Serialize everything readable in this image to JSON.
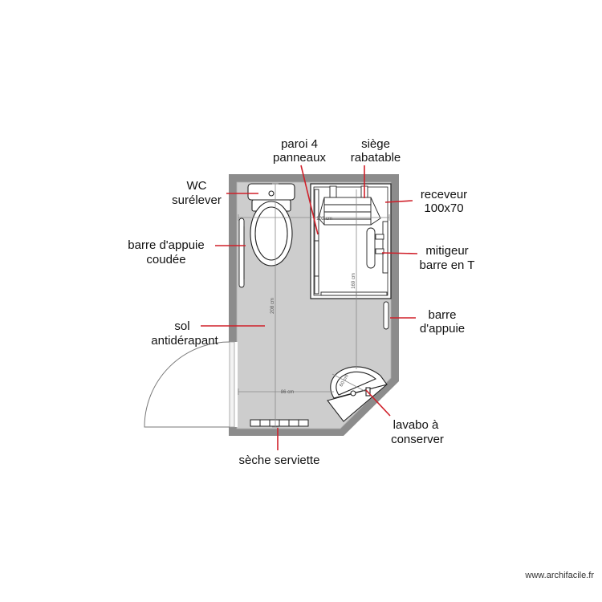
{
  "labels": {
    "paroi": [
      "paroi 4",
      "panneaux"
    ],
    "siege": [
      "siège",
      "rabatable"
    ],
    "wc": [
      "WC",
      "surélever"
    ],
    "receveur": [
      "receveur",
      "100x70"
    ],
    "barre_coudee": [
      "barre d'appuie",
      "coudée"
    ],
    "mitigeur": [
      "mitigeur",
      "barre en T"
    ],
    "barre_appui": [
      "barre",
      "d'appuie"
    ],
    "sol": [
      "sol",
      "antidérapant"
    ],
    "lavabo": [
      "lavabo à",
      "conserver"
    ],
    "seche": "sèche serviette"
  },
  "dimensions": {
    "width_top": "102 cm",
    "height_left": "208 cm",
    "height_shower": "169 cm",
    "width_bottom": "86 cm",
    "lavabo": "60 cm"
  },
  "watermark": "www.archifacile.fr",
  "colors": {
    "wall": "#8c8c8c",
    "floor": "#cdcdcd",
    "leader": "#d0202a",
    "fixture_stroke": "#222222"
  }
}
